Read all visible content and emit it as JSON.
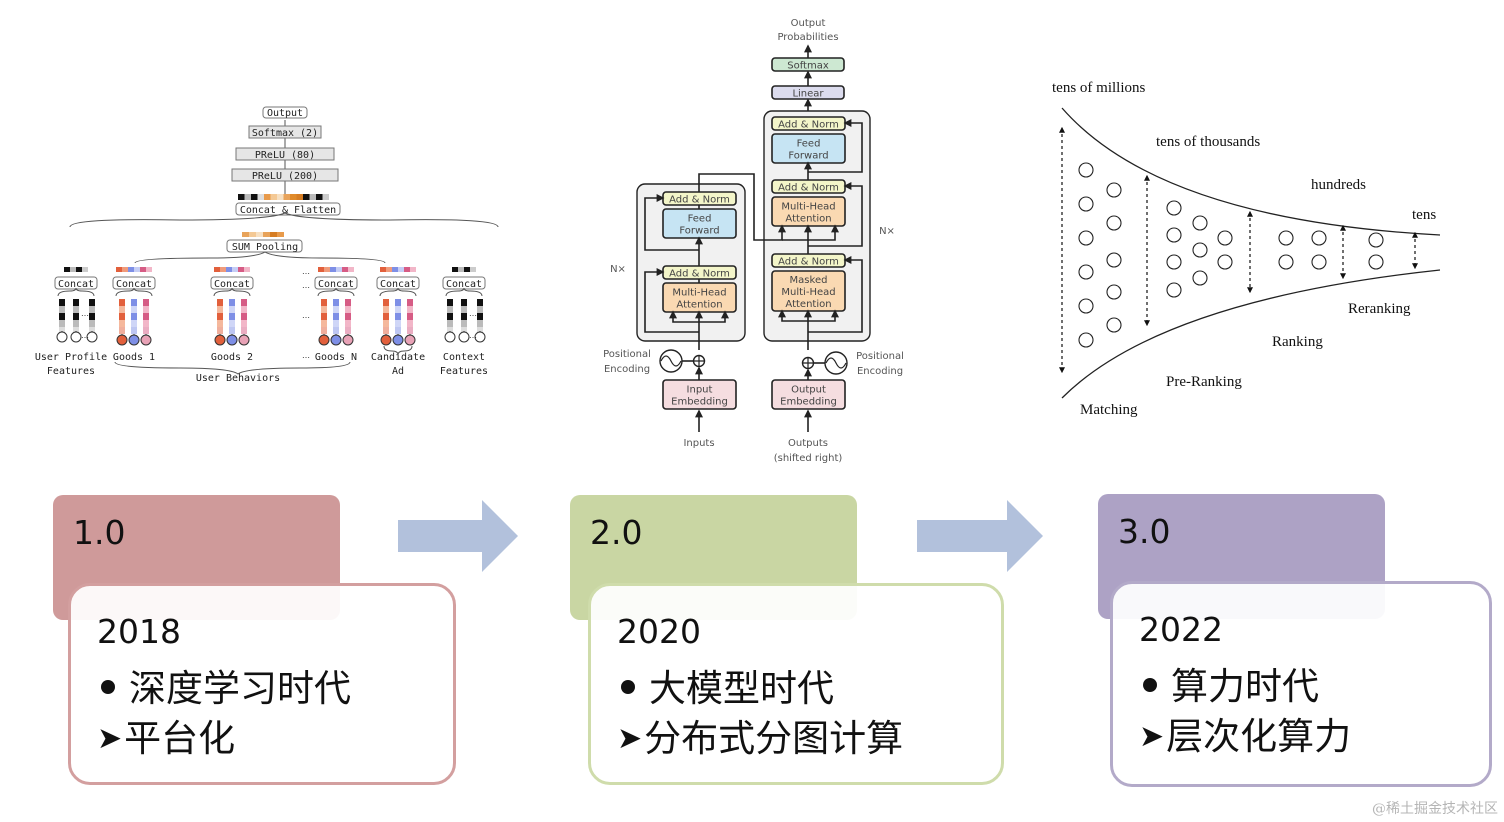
{
  "din_diagram": {
    "top_stack": [
      "Output",
      "Softmax (2)",
      "PReLU (80)",
      "PReLU (200)",
      "Concat & Flatten"
    ],
    "sum_pooling": "SUM Pooling",
    "concat_label": "Concat",
    "groups": [
      {
        "label": "User Profile\nFeatures",
        "label_lines": [
          "User Profile",
          "Features"
        ],
        "kind": "sparse"
      },
      {
        "label": "Goods 1",
        "kind": "goods"
      },
      {
        "label": "Goods 2",
        "kind": "goods"
      },
      {
        "label": "Goods N",
        "kind": "goods"
      },
      {
        "label_lines": [
          "Candidate",
          "Ad"
        ],
        "kind": "goods"
      },
      {
        "label_lines": [
          "Context",
          "Features"
        ],
        "kind": "sparse"
      }
    ],
    "goods_n_prefix": "…",
    "behaviors_label": "User Behaviors",
    "ellipsis": "…"
  },
  "transformer_diagram": {
    "output_probabilities": [
      "Output",
      "Probabilities"
    ],
    "softmax": "Softmax",
    "linear": "Linear",
    "add_norm": "Add & Norm",
    "feed_forward": [
      "Feed",
      "Forward"
    ],
    "multi_head_attention": [
      "Multi-Head",
      "Attention"
    ],
    "masked_multi_head_attention": [
      "Masked",
      "Multi-Head",
      "Attention"
    ],
    "nx": "N×",
    "positional_encoding": [
      "Positional",
      "Encoding"
    ],
    "input_embedding": [
      "Input",
      "Embedding"
    ],
    "output_embedding": [
      "Output",
      "Embedding"
    ],
    "inputs": "Inputs",
    "outputs": [
      "Outputs",
      "(shifted right)"
    ],
    "colors": {
      "add_norm": "#f3f5c9",
      "feed_forward": "#c6e4f3",
      "attention": "#fad9b2",
      "embedding": "#f5dde0",
      "linear": "#dcdcee",
      "softmax": "#cde8d2"
    }
  },
  "funnel_diagram": {
    "scale_labels": [
      "tens of millions",
      "tens of thousands",
      "hundreds",
      "tens"
    ],
    "stage_labels": [
      "Matching",
      "Pre-Ranking",
      "Ranking",
      "Reranking"
    ]
  },
  "timeline": {
    "stages": [
      {
        "version": "1.0",
        "year": "2018",
        "bullet": "深度学习时代",
        "sub": "平台化",
        "tab_color": "#cf9a9a",
        "border_color": "#d39f9f"
      },
      {
        "version": "2.0",
        "year": "2020",
        "bullet": "大模型时代",
        "sub": "分布式分图计算",
        "tab_color": "#c9d6a3",
        "border_color": "#cfdcab"
      },
      {
        "version": "3.0",
        "year": "2022",
        "bullet": "算力时代",
        "sub": "层次化算力",
        "tab_color": "#ada2c5",
        "border_color": "#b3aac9"
      }
    ],
    "arrow_color": "#b2c1dc",
    "sub_marker": "➤"
  },
  "watermark": "@稀土掘金技术社区"
}
